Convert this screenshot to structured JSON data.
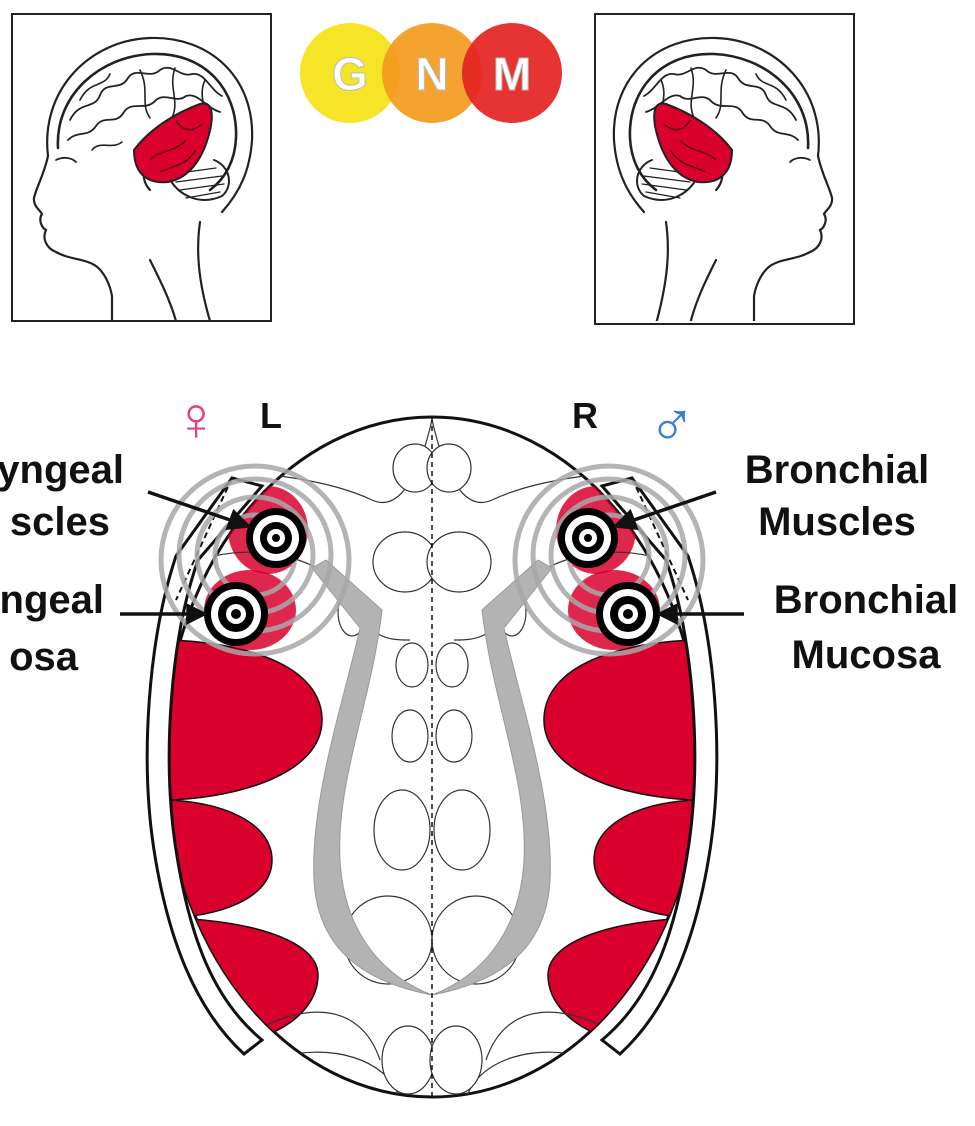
{
  "logo": {
    "letters": [
      "G",
      "N",
      "M"
    ],
    "colors": [
      "#f5e31a",
      "#f39a1e",
      "#e42323"
    ]
  },
  "side_left": "L",
  "side_right": "R",
  "female_symbol": "♀",
  "male_symbol": "♂",
  "labels": {
    "left_muscles_line1": "yngeal",
    "left_muscles_line2": "scles",
    "left_mucosa_line1": "ngeal",
    "left_mucosa_line2": "osa",
    "right_muscles_line1": "Bronchial",
    "right_muscles_line2": "Muscles",
    "right_mucosa_line1": "Bronchial",
    "right_mucosa_line2": "Mucosa"
  },
  "colors": {
    "relay_red": "#d9002e",
    "gray_tract": "#b3b3b3",
    "female_pink": "#e0407e",
    "male_blue": "#3a7bd5",
    "target_black": "#000000"
  }
}
